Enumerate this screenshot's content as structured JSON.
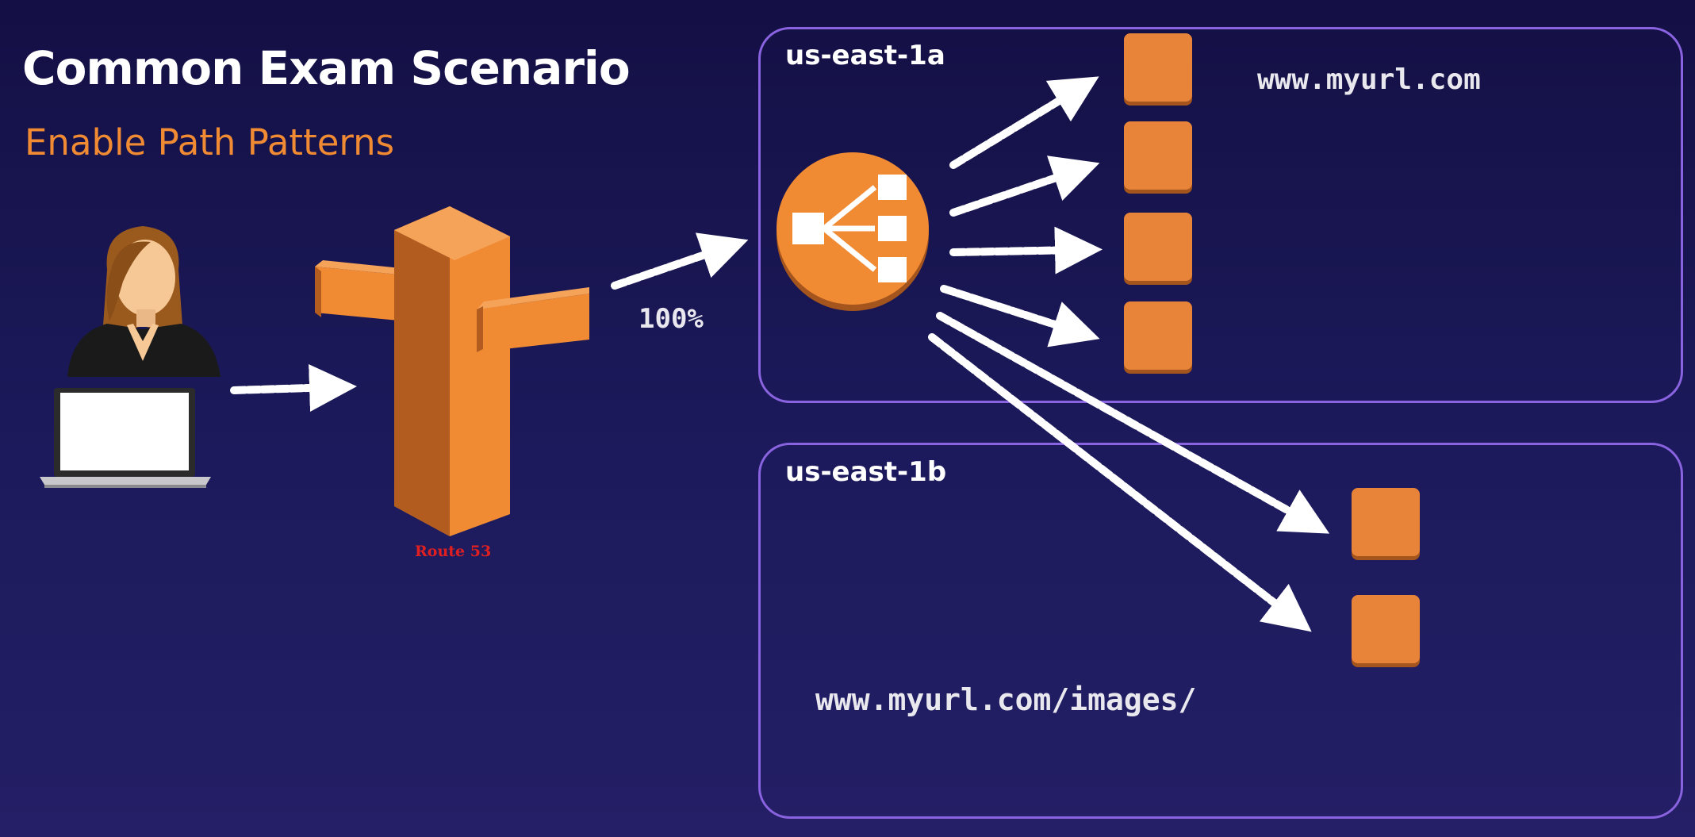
{
  "title": "Common Exam Scenario",
  "subtitle": "Enable Path Patterns",
  "route53": {
    "label": "Route 53"
  },
  "traffic": {
    "percent": "100%"
  },
  "zones": [
    {
      "label": "us-east-1a",
      "url": "www.myurl.com",
      "instance_count": 4
    },
    {
      "label": "us-east-1b",
      "url": "www.myurl.com/images/",
      "instance_count": 2
    }
  ],
  "colors": {
    "accent_orange": "#f08a33",
    "instance_orange": "#e8833a",
    "zone_border": "#8a63e0",
    "route53_label": "#e02020"
  },
  "icons": [
    "user-icon",
    "laptop-icon",
    "route53-icon",
    "load-balancer-icon",
    "ec2-instance-icon"
  ]
}
